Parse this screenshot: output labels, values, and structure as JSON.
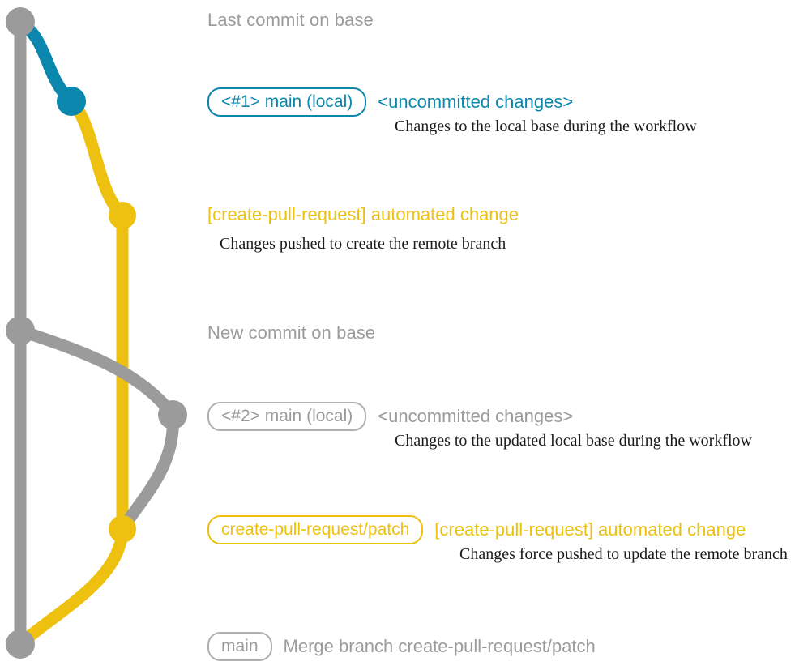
{
  "diagram": {
    "title": "git branch graph for create-pull-request workflow",
    "colors": {
      "base_gray": "#9b9b9b",
      "local_blue": "#0b87ad",
      "remote_gold": "#eec111",
      "description_text": "#1b1b1b",
      "background": "#ffffff"
    }
  },
  "rows": [
    {
      "id": "last-commit-on-base",
      "heading": "Last commit on base",
      "badge": null,
      "subject": null,
      "description": null,
      "node_color": "#9b9b9b"
    },
    {
      "id": "local-change-1",
      "heading": null,
      "badge": "<#1> main (local)",
      "subject": "<uncommitted changes>",
      "description": "Changes to the local base during the workflow",
      "node_color": "#0b87ad"
    },
    {
      "id": "automated-change-1",
      "heading": null,
      "badge": null,
      "subject": "[create-pull-request] automated change",
      "description": "Changes pushed to create the remote branch",
      "node_color": "#eec111"
    },
    {
      "id": "new-commit-on-base",
      "heading": "New commit on base",
      "badge": null,
      "subject": null,
      "description": null,
      "node_color": "#9b9b9b"
    },
    {
      "id": "local-change-2",
      "heading": null,
      "badge": "<#2> main (local)",
      "subject": "<uncommitted changes>",
      "description": "Changes to the updated local base during the workflow",
      "node_color": "#9b9b9b"
    },
    {
      "id": "automated-change-2",
      "heading": null,
      "badge": "create-pull-request/patch",
      "subject": "[create-pull-request] automated change",
      "description": "Changes force pushed to update the remote branch",
      "node_color": "#eec111"
    },
    {
      "id": "merge-commit",
      "heading": null,
      "badge": "main",
      "subject": "Merge branch create-pull-request/patch",
      "description": null,
      "node_color": "#9b9b9b"
    }
  ]
}
